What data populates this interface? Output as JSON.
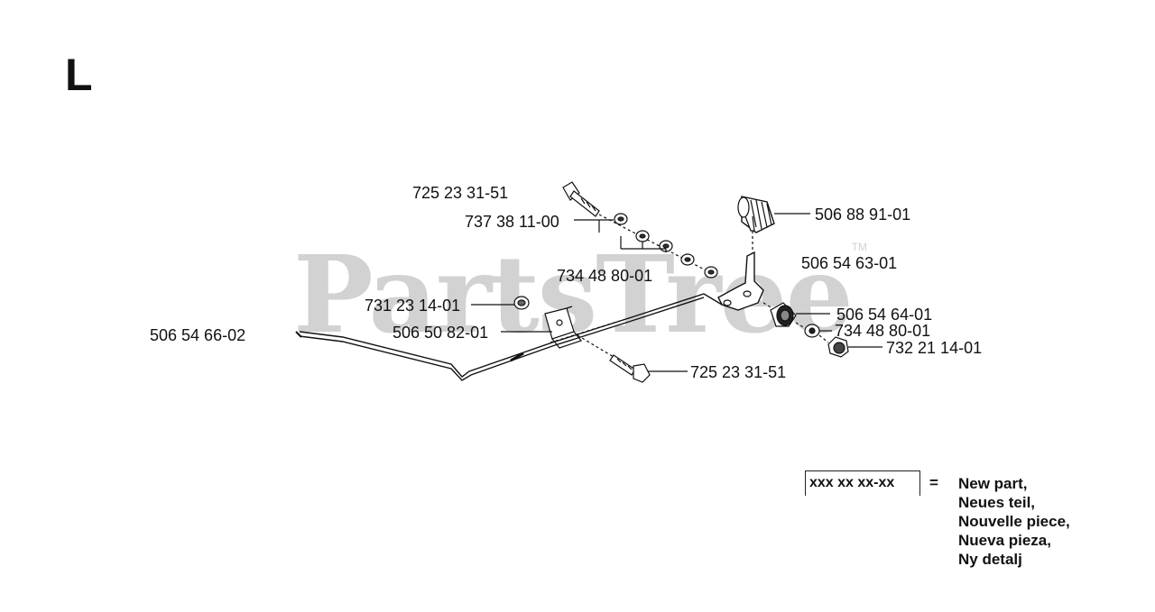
{
  "section": "L",
  "watermark": {
    "brand": "PartsTree",
    "mark": "TM"
  },
  "labels": [
    {
      "id": "bolt-top",
      "text": "725 23 31-51"
    },
    {
      "id": "washer-a",
      "text": "737 38 11-00"
    },
    {
      "id": "washer-b",
      "text": "734 48 80-01"
    },
    {
      "id": "knob",
      "text": "506 88 91-01"
    },
    {
      "id": "lever",
      "text": "506 54 63-01"
    },
    {
      "id": "bushing",
      "text": "506 54 64-01"
    },
    {
      "id": "washer-c",
      "text": "734 48 80-01"
    },
    {
      "id": "nut",
      "text": "732 21 14-01"
    },
    {
      "id": "nut-small",
      "text": "731 23 14-01"
    },
    {
      "id": "clamp",
      "text": "506 50 82-01"
    },
    {
      "id": "cable",
      "text": "506 54 66-02"
    },
    {
      "id": "bolt-bottom",
      "text": "725 23 31-51"
    }
  ],
  "legend": {
    "code": "xxx xx xx-xx",
    "equals": "=",
    "lines": [
      "New part,",
      "Neues teil,",
      "Nouvelle piece,",
      "Nueva pieza,",
      "Ny detalj"
    ]
  }
}
